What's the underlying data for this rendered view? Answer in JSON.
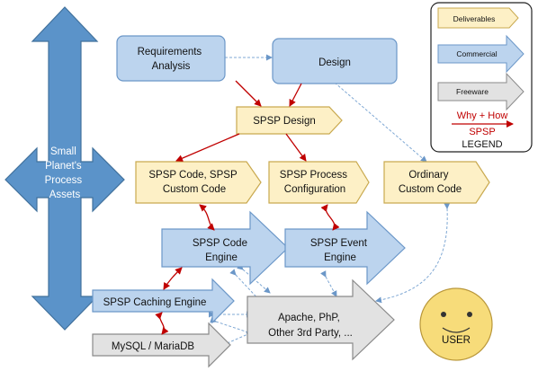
{
  "assets_label": [
    "Small",
    "Planet's",
    "Process",
    "Assets"
  ],
  "nodes": {
    "requirements": [
      "Requirements",
      "Analysis"
    ],
    "design": [
      "Design"
    ],
    "spsp_design": [
      "SPSP Design"
    ],
    "spsp_code": [
      "SPSP Code, SPSP",
      "Custom Code"
    ],
    "spsp_process_config": [
      "SPSP Process",
      "Configuration"
    ],
    "ordinary_code": [
      "Ordinary",
      "Custom Code"
    ],
    "code_engine": [
      "SPSP Code",
      "Engine"
    ],
    "event_engine": [
      "SPSP Event",
      "Engine"
    ],
    "caching_engine": [
      "SPSP Caching Engine"
    ],
    "mysql": [
      "MySQL / MariaDB"
    ],
    "apache": [
      "Apache, PhP,",
      "Other 3rd Party, ..."
    ],
    "user": [
      "USER"
    ]
  },
  "legend": {
    "deliverables": "Deliverables",
    "commercial": "Commercial",
    "freeware": "Freeware",
    "why_how": "Why + How",
    "spsp": "SPSP",
    "title": "LEGEND"
  },
  "colors": {
    "deliverable_fill": "#fdf0c6",
    "deliverable_stroke": "#c9a94f",
    "commercial_fill": "#bcd4ee",
    "commercial_stroke": "#6b97c8",
    "freeware_fill": "#e2e2e2",
    "freeware_stroke": "#8a8a8a",
    "assets_fill": "#5b93c9",
    "red_arrow": "#c00000",
    "blue_dashed": "#7fa8d4",
    "smiley_fill": "#f7dc7a"
  }
}
